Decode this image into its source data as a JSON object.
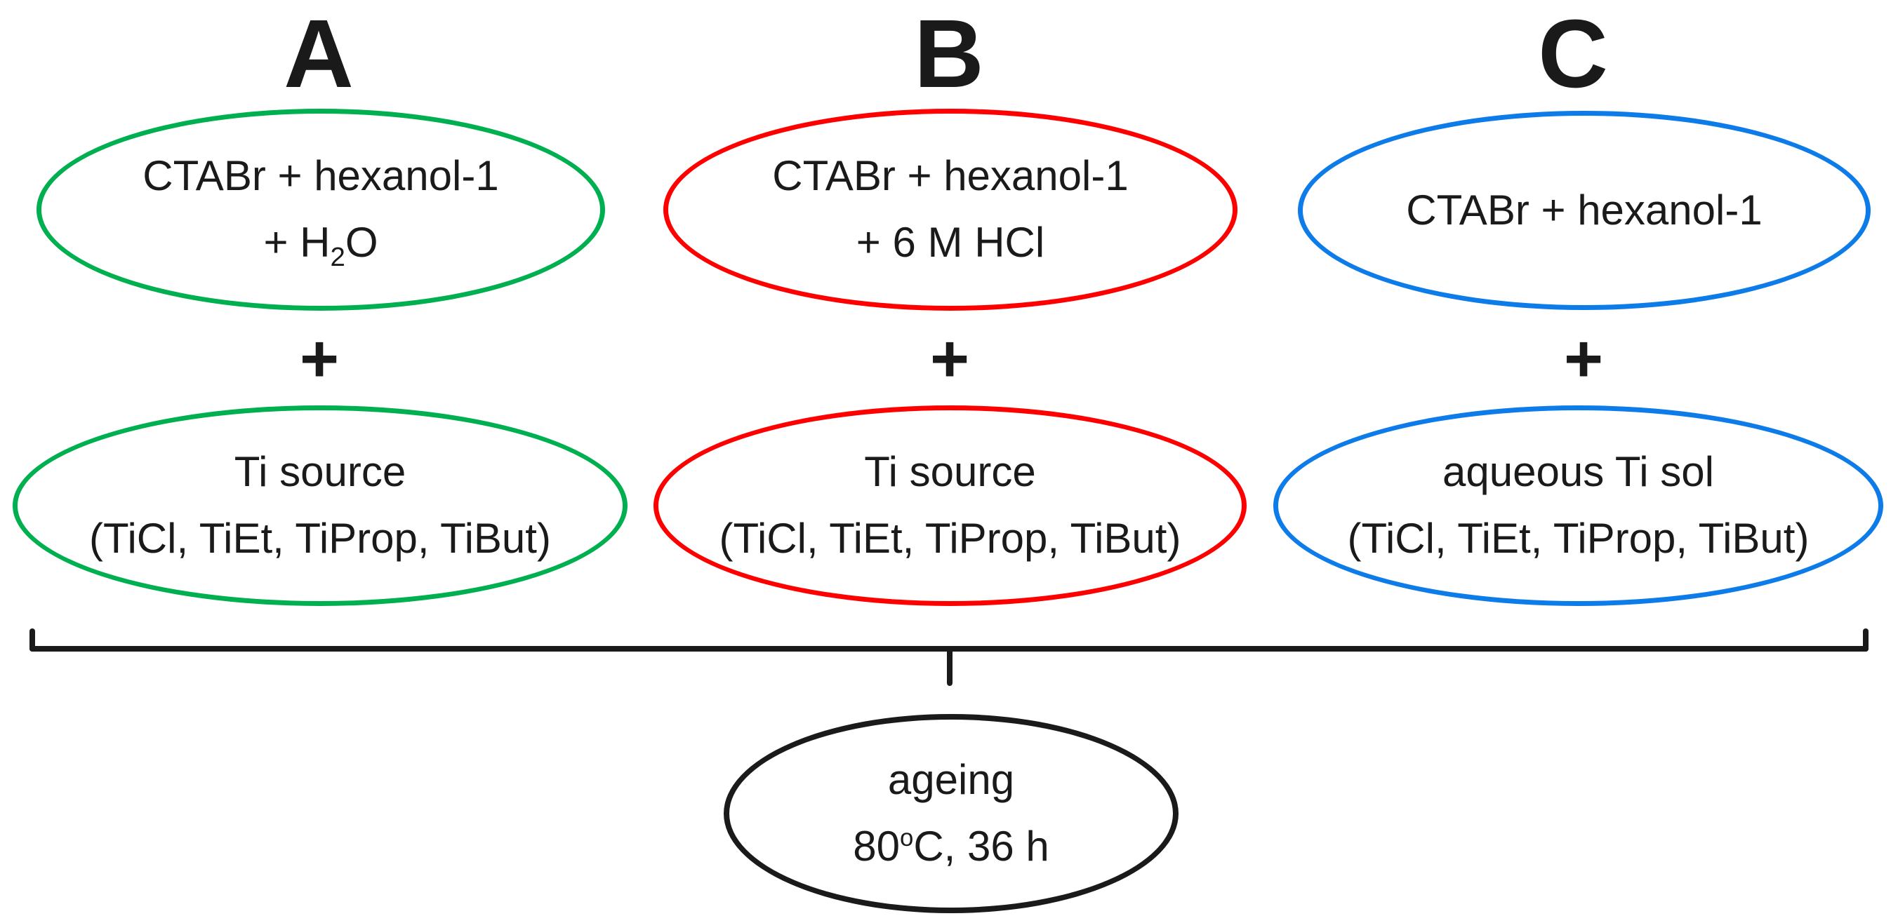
{
  "diagram": {
    "title_letters": [
      "A",
      "B",
      "C"
    ],
    "columns": [
      {
        "label": "A",
        "color": "#00b050",
        "mixture": {
          "line1": "CTABr + hexanol-1",
          "line2_prefix": "+ H",
          "line2_sub": "2",
          "line2_suffix": "O"
        },
        "plus": "+",
        "source": {
          "line1": "Ti source",
          "line2": "(TiCl, TiEt, TiProp, TiBut)"
        }
      },
      {
        "label": "B",
        "color": "#ff0000",
        "mixture": {
          "line1": "CTABr + hexanol-1",
          "line2": "+ 6 M HCl"
        },
        "plus": "+",
        "source": {
          "line1": "Ti source",
          "line2": "(TiCl, TiEt, TiProp, TiBut)"
        }
      },
      {
        "label": "C",
        "color": "#0d7ce8",
        "mixture": {
          "line1": "CTABr + hexanol-1"
        },
        "plus": "+",
        "source": {
          "line1": "aqueous Ti sol",
          "line2": "(TiCl, TiEt, TiProp, TiBut)"
        }
      }
    ],
    "brace": {
      "color": "#1a1a1a"
    },
    "ageing": {
      "color": "#1a1a1a",
      "line1": "ageing",
      "line2_prefix": "80",
      "line2_sup": "o",
      "line2_suffix": "C, 36 h"
    }
  }
}
